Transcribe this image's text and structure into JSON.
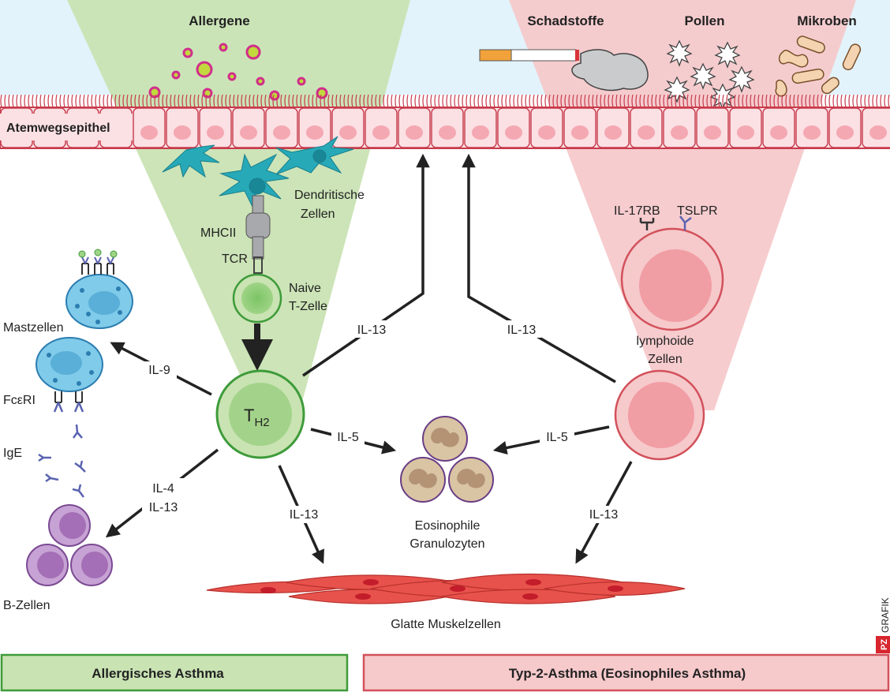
{
  "headers": {
    "allergene": "Allergene",
    "schadstoffe": "Schadstoffe",
    "pollen": "Pollen",
    "mikroben": "Mikroben"
  },
  "labels": {
    "epithel": "Atemwegsepithel",
    "dendritisch_1": "Dendritische",
    "dendritisch_2": "Zellen",
    "mhc": "MHCII",
    "tcr": "TCR",
    "naive_1": "Naive",
    "naive_2": "T-Zelle",
    "th2_main": "T",
    "th2_sub": "H2",
    "mastzellen": "Mastzellen",
    "fceri": "FcεRI",
    "ige": "IgE",
    "bzellen": "B-Zellen",
    "il17rb": "IL-17RB",
    "tslpr": "TSLPR",
    "lymphoide_1": "lymphoide",
    "lymphoide_2": "Zellen",
    "eos_1": "Eosinophile",
    "eos_2": "Granulozyten",
    "muskel": "Glatte Muskelzellen",
    "credit_mark": "PZ",
    "credit": "GRAFIK"
  },
  "cytokines": {
    "il13_left_up": "IL-13",
    "il13_right_up": "IL-13",
    "il9": "IL-9",
    "il5_left": "IL-5",
    "il5_right": "IL-5",
    "il4": "IL-4",
    "il13_b": "IL-13",
    "il13_muscle_left": "IL-13",
    "il13_muscle_right": "IL-13"
  },
  "footer": {
    "left": "Allergisches Asthma",
    "right": "Typ-2-Asthma (Eosinophiles Asthma)"
  },
  "colors": {
    "green_fill": "#c9e3b3",
    "green_border": "#3e9b3a",
    "red_fill": "#f6c9cb",
    "red_border": "#d2515b",
    "sky": "#e2f3fb",
    "epithel": "#fbe0e4",
    "epithel_line": "#c73a4b",
    "dendritic": "#27a9b8",
    "mast": "#7fcbe9",
    "bcell": "#a46fb6",
    "eos": "#d9c4a4",
    "muscle": "#e8524c",
    "arrow": "#222222"
  }
}
